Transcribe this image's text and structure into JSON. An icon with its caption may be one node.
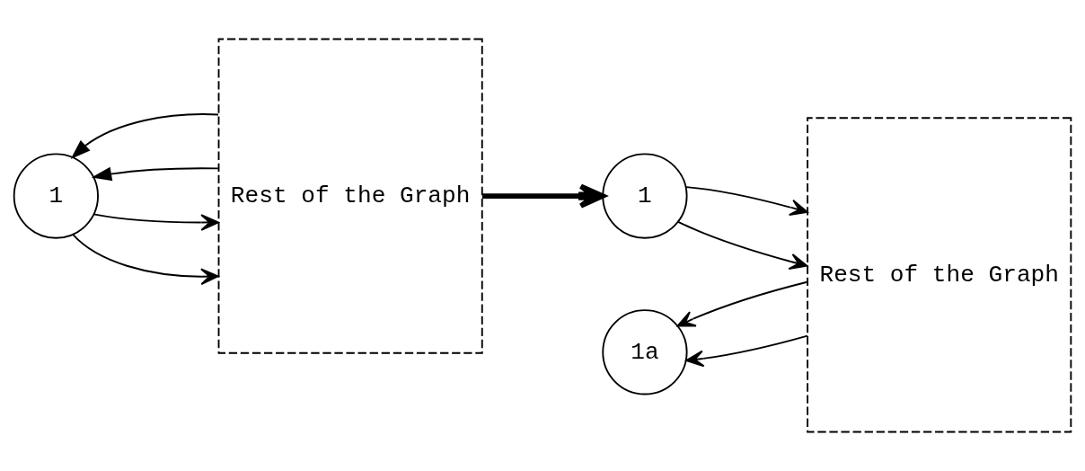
{
  "diagram": {
    "nodes": [
      {
        "text": [
          "1"
        ]
      },
      {
        "text": [
          "Rest of the Graph"
        ]
      },
      {
        "text": [
          "1"
        ]
      },
      {
        "text": [
          "Rest of the Graph"
        ]
      },
      {
        "text": [
          "1a"
        ]
      }
    ],
    "edges": [
      {
        "from": 0,
        "to": 1,
        "arrow": "to"
      },
      {
        "from": 0,
        "to": 1,
        "arrow": "to"
      },
      {
        "from": 1,
        "to": 0,
        "arrow": "to"
      },
      {
        "from": 1,
        "to": 0,
        "arrow": "to"
      },
      {
        "from": 1,
        "to": 2,
        "arrow": "to",
        "style": "thick"
      },
      {
        "from": 2,
        "to": 3,
        "arrow": "to"
      },
      {
        "from": 2,
        "to": 3,
        "arrow": "to"
      },
      {
        "from": 3,
        "to": 4,
        "arrow": "to"
      },
      {
        "from": 3,
        "to": 4,
        "arrow": "to"
      }
    ]
  }
}
